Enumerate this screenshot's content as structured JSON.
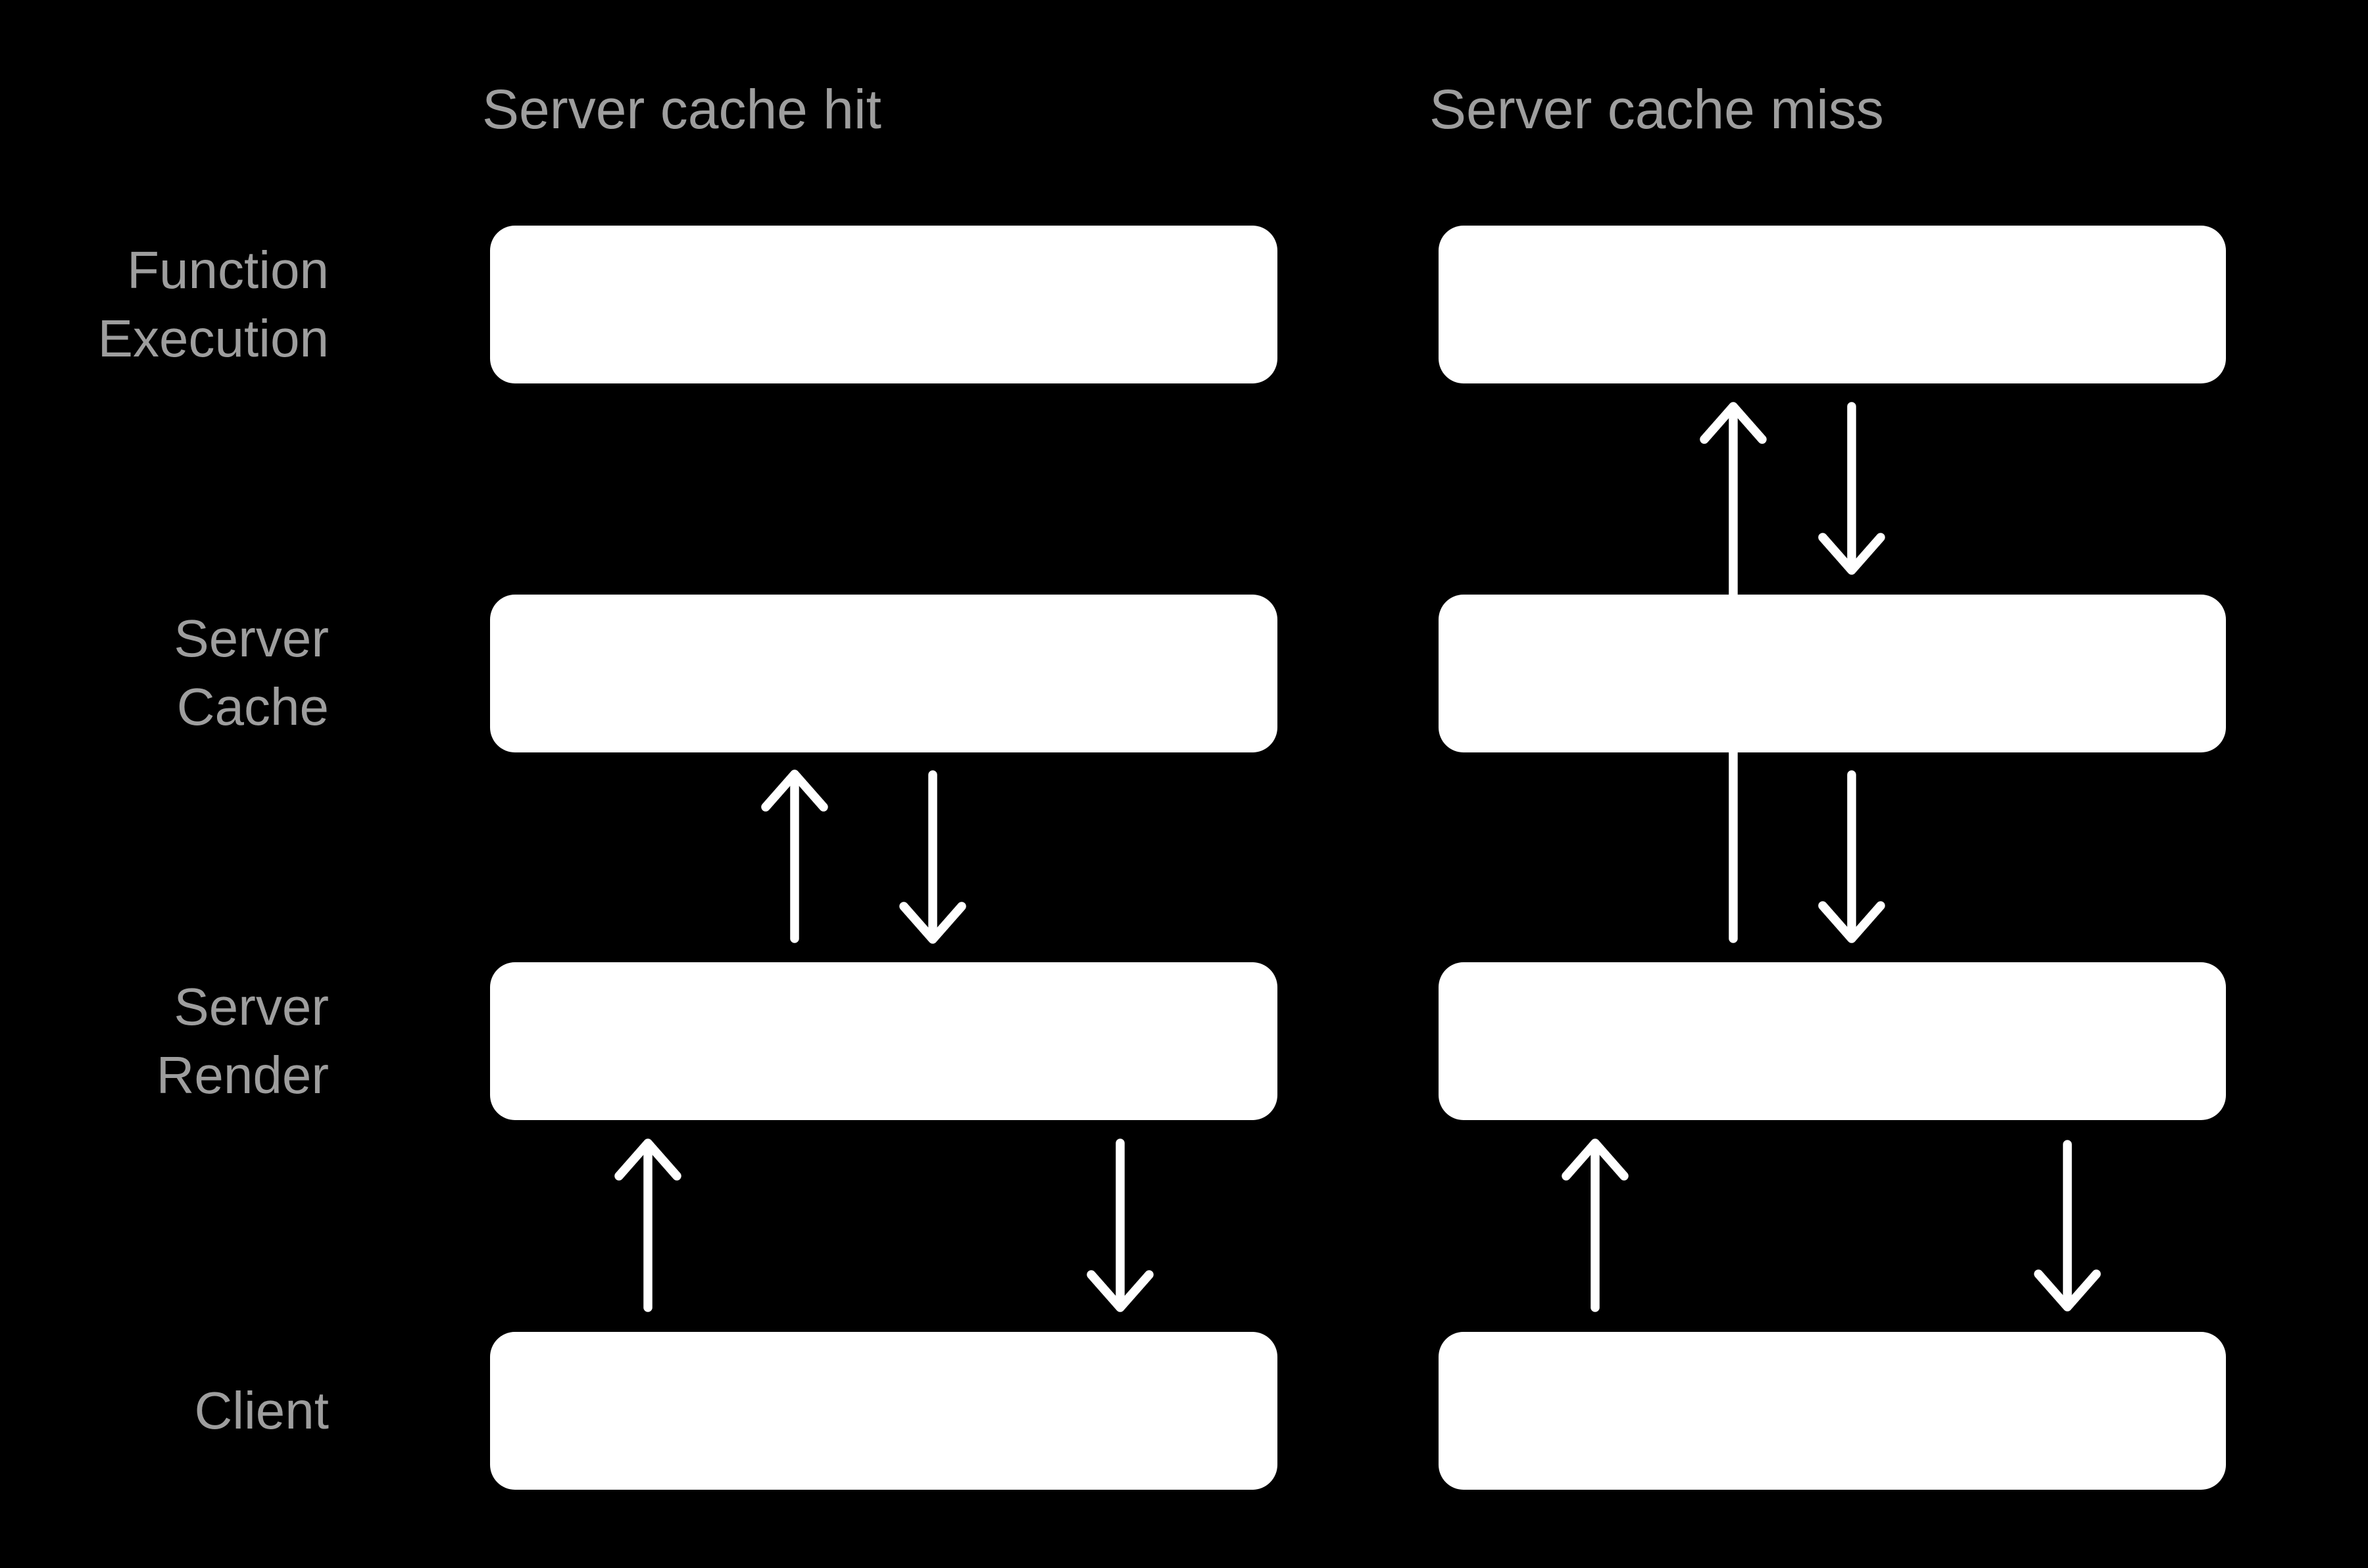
{
  "page": {
    "background": "#000000"
  },
  "diagram": {
    "colors": {
      "background": "#000000",
      "box": "#ffffff",
      "arrow": "#ffffff",
      "text": "#9e9e9e"
    },
    "columns": [
      {
        "id": "server-cache-hit",
        "header": "Server cache hit"
      },
      {
        "id": "server-cache-miss",
        "header": "Server cache miss"
      }
    ],
    "rows": [
      {
        "id": "function-execution",
        "label": "Function Execution",
        "lines": [
          "Function",
          "Execution"
        ]
      },
      {
        "id": "server-cache",
        "label": "Server Cache",
        "lines": [
          "Server",
          "Cache"
        ]
      },
      {
        "id": "server-render",
        "label": "Server Render",
        "lines": [
          "Server",
          "Render"
        ]
      },
      {
        "id": "client",
        "label": "Client",
        "lines": [
          "Client"
        ]
      }
    ],
    "edges": {
      "server_cache_hit": [
        {
          "from": "server-render",
          "to": "server-cache",
          "direction": "up"
        },
        {
          "from": "server-cache",
          "to": "server-render",
          "direction": "down"
        },
        {
          "from": "client",
          "to": "server-render",
          "direction": "up"
        },
        {
          "from": "server-render",
          "to": "client",
          "direction": "down"
        }
      ],
      "server_cache_miss": [
        {
          "from": "server-render",
          "to": "function-execution",
          "direction": "up",
          "passes_through": "server-cache"
        },
        {
          "from": "function-execution",
          "to": "server-cache",
          "direction": "down"
        },
        {
          "from": "server-cache",
          "to": "server-render",
          "direction": "down"
        },
        {
          "from": "client",
          "to": "server-render",
          "direction": "up"
        },
        {
          "from": "server-render",
          "to": "client",
          "direction": "down"
        }
      ]
    }
  }
}
